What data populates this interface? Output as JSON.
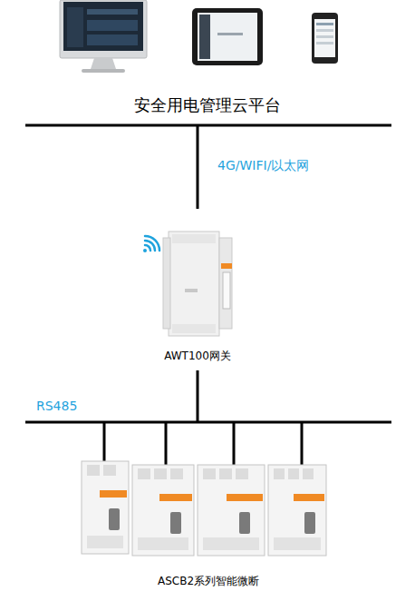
{
  "diagram": {
    "nodes": [
      {
        "text": [
          "安全用电管理云平台"
        ]
      },
      {
        "text": [
          "AWT100网关"
        ]
      },
      {
        "text": [
          "ASCB2系列智能微断"
        ]
      }
    ],
    "edges": [
      {
        "from": 0,
        "to": 1,
        "arrow": "none",
        "label": "4G/WIFI/以太网"
      },
      {
        "from": 1,
        "to": 2,
        "arrow": "none",
        "label": "RS485"
      }
    ]
  }
}
